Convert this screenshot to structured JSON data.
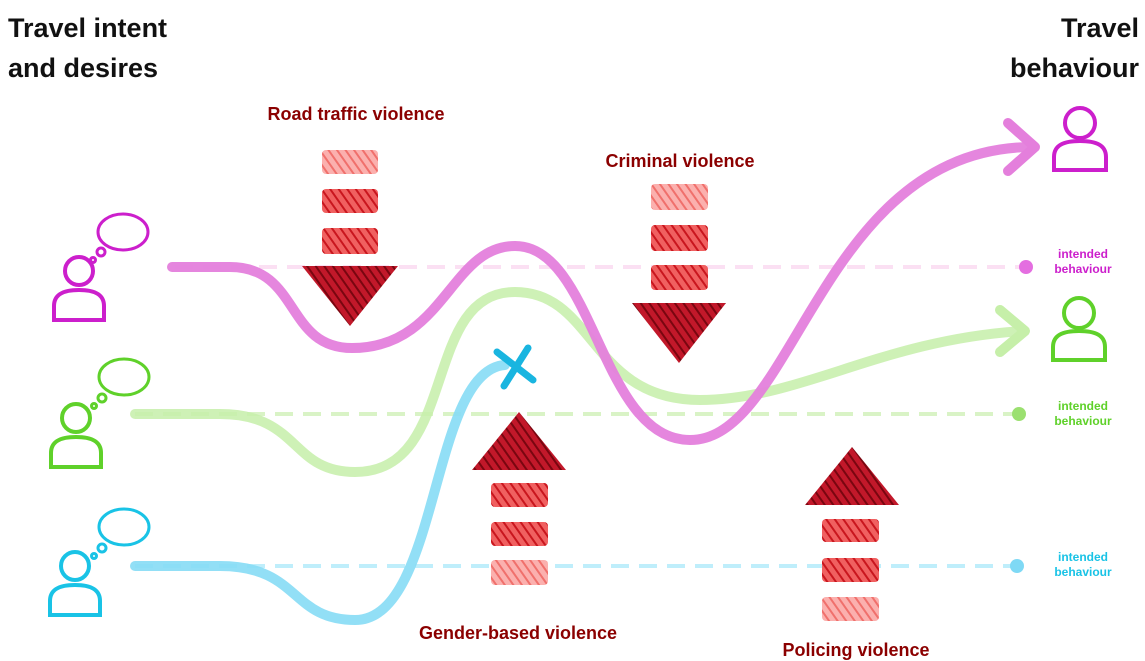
{
  "headings": {
    "left": [
      "Travel intent",
      "and desires"
    ],
    "right": [
      "Travel",
      "behaviour"
    ]
  },
  "forces": [
    {
      "id": "road-traffic",
      "label": "Road traffic violence",
      "direction": "down"
    },
    {
      "id": "criminal",
      "label": "Criminal violence",
      "direction": "down"
    },
    {
      "id": "gender-based",
      "label": "Gender-based violence",
      "direction": "up"
    },
    {
      "id": "policing",
      "label": "Policing violence",
      "direction": "up"
    }
  ],
  "travellers": [
    {
      "id": "magenta",
      "color": "#cc1fcc",
      "path_color": "#e47fdc",
      "intent_color": "#fbe0f3",
      "dot_color": "#e46ee0",
      "outcome": "arrow",
      "label": [
        "intended",
        "behaviour"
      ]
    },
    {
      "id": "green",
      "color": "#5fd12a",
      "path_color": "#c6efa9",
      "intent_color": "#d9f3c6",
      "dot_color": "#9be070",
      "outcome": "arrow",
      "label": [
        "intended",
        "behaviour"
      ]
    },
    {
      "id": "cyan",
      "color": "#19c3e6",
      "path_color": "#86dcf5",
      "intent_color": "#bfeefb",
      "dot_color": "#7fd9f5",
      "outcome": "blocked",
      "label": [
        "intended",
        "behaviour"
      ]
    }
  ],
  "colors": {
    "heading": "#111111",
    "force_label": "#8b0000",
    "arrow_dark": "#9b0a14",
    "arrow_mid": "#d9312f",
    "arrow_light": "#f47c7c",
    "block_mark": "#19b5e0"
  },
  "icons": {
    "traveller": "person-icon",
    "thought": "thought-bubble-icon",
    "blocked": "cross-icon",
    "outcome": "arrow-right-icon",
    "intent_end": "dot-icon",
    "force": "hatched-arrow-icon"
  }
}
